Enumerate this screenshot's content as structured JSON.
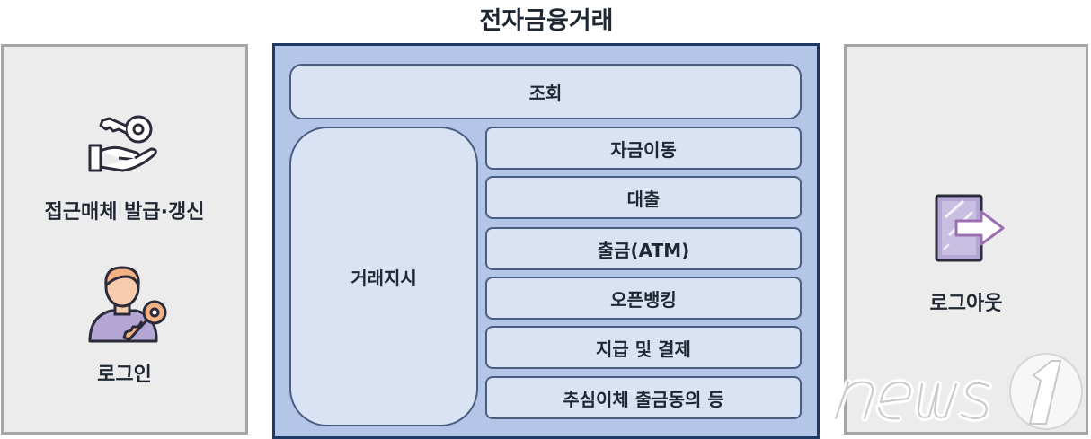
{
  "title": "전자금융거래",
  "left_panel": {
    "issue_label": "접근매체 발급·갱신",
    "login_label": "로그인",
    "icons": [
      "hand-key-icon",
      "user-key-icon"
    ]
  },
  "center_panel": {
    "inquiry": "조회",
    "transaction_instruction": "거래지시",
    "items": [
      "자금이동",
      "대출",
      "출금(ATM)",
      "오픈뱅킹",
      "지급 및 결제",
      "추심이체 출금동의 등"
    ]
  },
  "right_panel": {
    "logout_label": "로그아웃",
    "icons": [
      "logout-door-icon"
    ]
  },
  "watermark": {
    "text": "news1"
  },
  "colors": {
    "center_fill": "#b4c6e7",
    "center_border": "#1f3864",
    "pill_fill": "#dae3f3",
    "side_fill": "#ececec",
    "side_border": "#a6a6a6",
    "icon_purple": "#8e7cc3",
    "icon_orange": "#f4b183"
  }
}
